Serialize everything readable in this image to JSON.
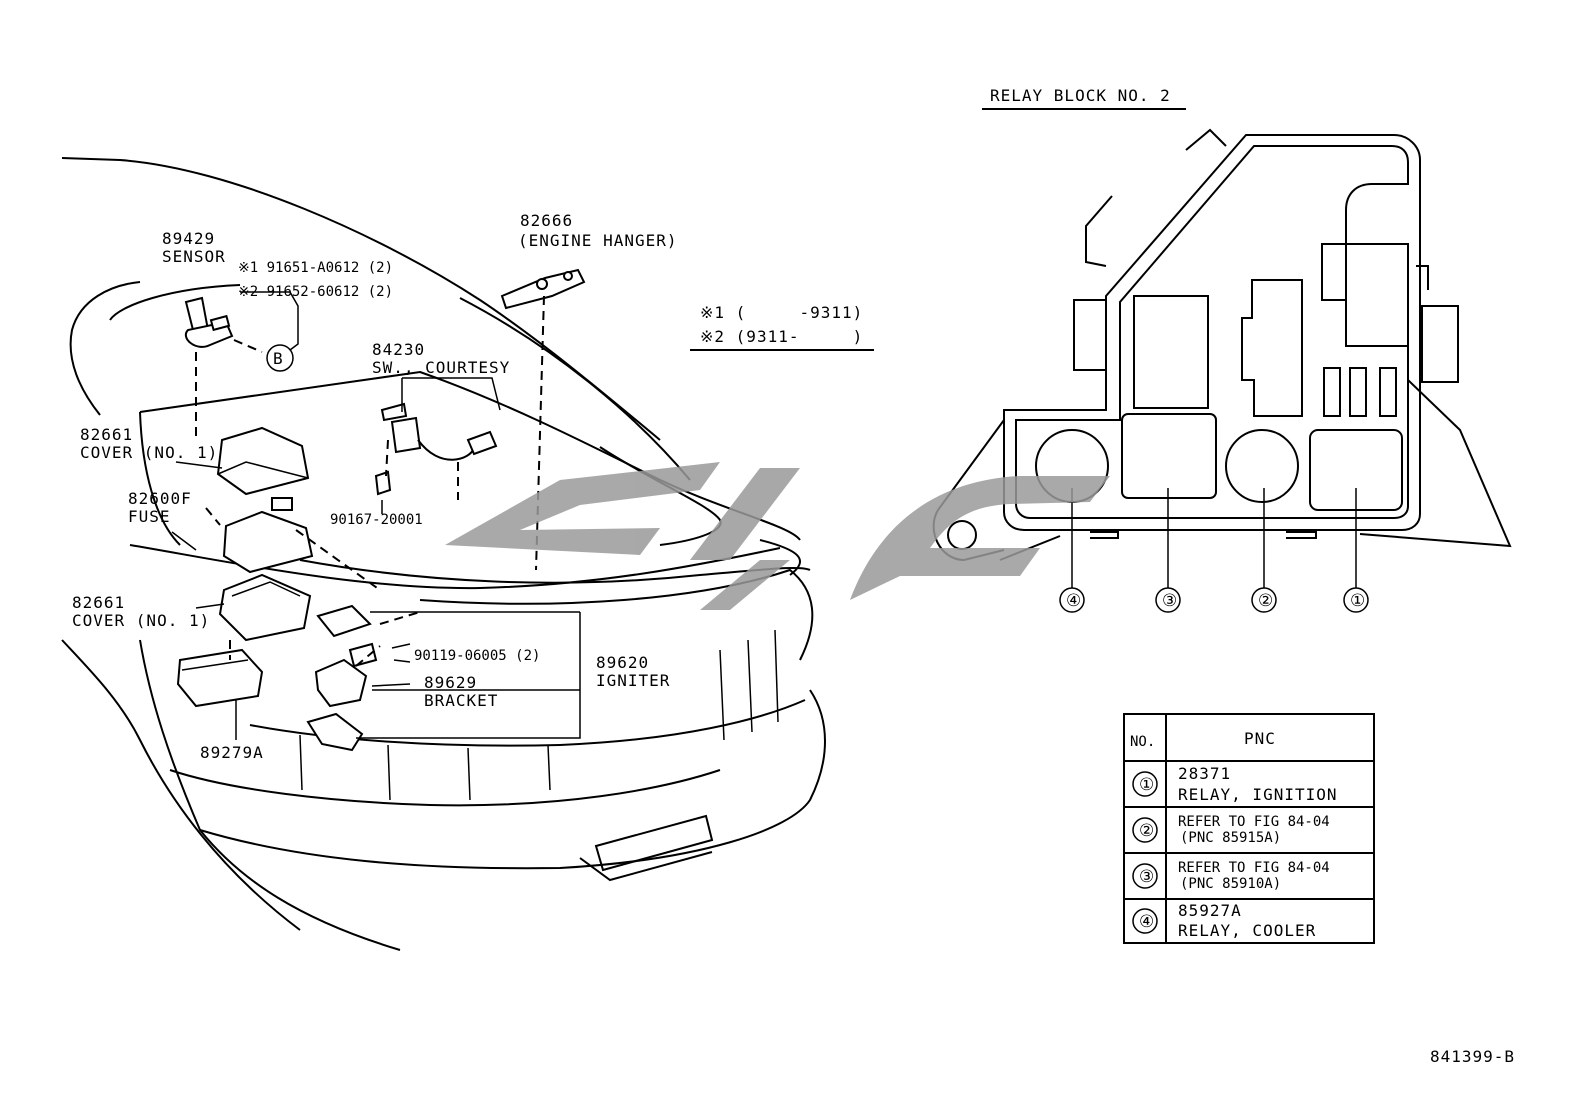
{
  "relay_block_title": "RELAY BLOCK NO. 2",
  "legend": {
    "row1": "※1 (     -9311)",
    "row2": "※2 (9311-     )"
  },
  "callouts": {
    "sensor_no": "89429",
    "sensor_name": "SENSOR",
    "bolt1": "※1 91651-A0612 (2)",
    "bolt2": "※2 91652-60612 (2)",
    "ref_b": "B",
    "engine_hanger_no": "82666",
    "engine_hanger_name": "(ENGINE HANGER)",
    "courtesy_no": "84230",
    "courtesy_name": "SW., COURTESY",
    "cover1_no": "82661",
    "cover1_name": "COVER (NO. 1)",
    "fuse_no": "82600F",
    "fuse_name": "FUSE",
    "clip_no": "90167-20001",
    "cover2_no": "82661",
    "cover2_name": "COVER (NO. 1)",
    "bolt3": "90119-06005 (2)",
    "igniter_no": "89620",
    "igniter_name": "IGNITER",
    "bracket_no": "89629",
    "bracket_name": "BRACKET",
    "part_89279a": "89279A"
  },
  "relay_positions": [
    "④",
    "③",
    "②",
    "①"
  ],
  "table": {
    "col_no": "NO.",
    "col_pnc": "PNC",
    "rows": [
      {
        "no": "①",
        "line1": "28371",
        "line2": "RELAY, IGNITION"
      },
      {
        "no": "②",
        "line1": "REFER TO FIG 84-04",
        "line2": "(PNC 85915A)"
      },
      {
        "no": "③",
        "line1": "REFER TO FIG 84-04",
        "line2": "(PNC 85910A)"
      },
      {
        "no": "④",
        "line1": "85927A",
        "line2": "RELAY, COOLER"
      }
    ]
  },
  "figure_id": "841399-B",
  "colors": {
    "ink": "#000000",
    "paper": "#ffffff",
    "watermark": "#9a9a9a"
  }
}
